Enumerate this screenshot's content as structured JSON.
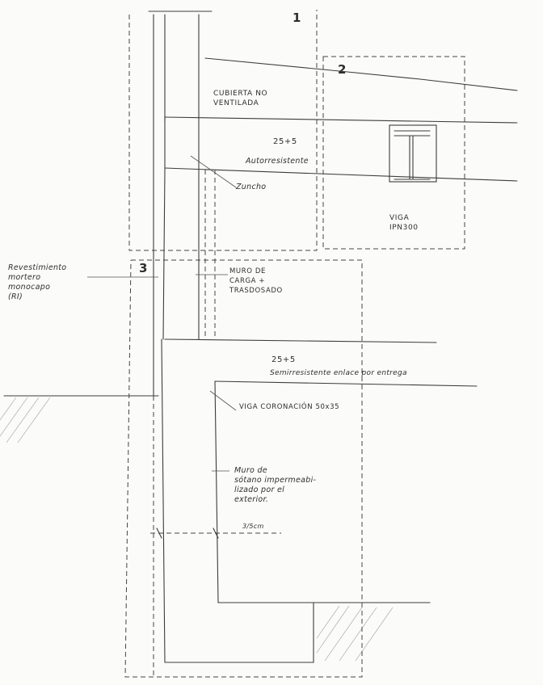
{
  "detail_numbers": {
    "n1": "1",
    "n2": "2",
    "n3": "3"
  },
  "labels": {
    "cubierta": "CUBIERTA NO\nVENTILADA",
    "forjado_top_spec": "25+5",
    "forjado_top_type": "Autorresistente",
    "zuncho": "Zuncho",
    "viga_pn": "VIGA\nIPN300",
    "revestimiento": "Revestimiento\nmortero\nmonocapo\n(RI)",
    "muro_carga": "MURO DE\nCARGA +\nTRASDOSADO",
    "forjado_mid_spec": "25+5",
    "forjado_mid_type": "Semirresistente enlace por entrega",
    "viga_coronacion": "VIGA CORONACIÓN 50x35",
    "muro_sotano": "Muro de\nsótano impermeabi-\nlizado por el\nexterior.",
    "dim": "3/5cm"
  }
}
